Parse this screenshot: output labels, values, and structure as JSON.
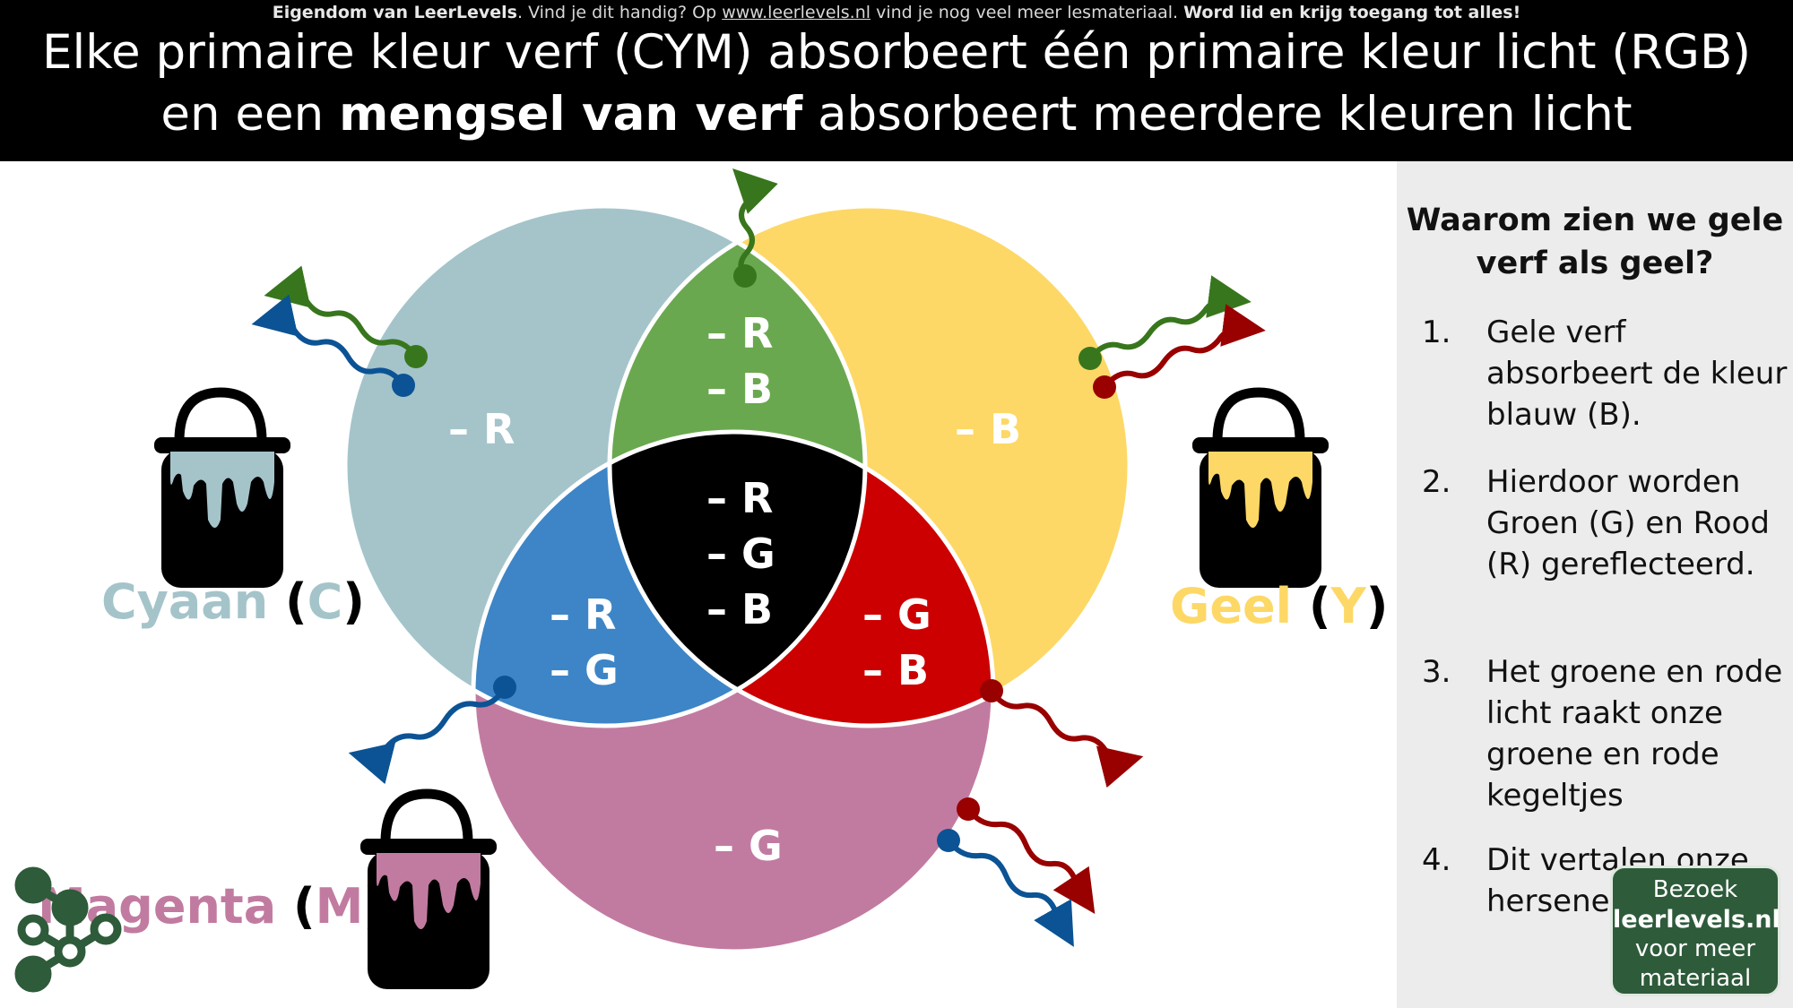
{
  "header": {
    "ownership_brand": "Eigendom van LeerLevels",
    "ownership_mid": ". Vind je dit handig? Op ",
    "ownership_url": "www.leerlevels.nl",
    "ownership_tail": " vind je nog veel meer lesmateriaal. ",
    "ownership_cta": "Word lid en krijg toegang tot alles!",
    "title_line1": "Elke primaire kleur verf (CYM) absorbeert één primaire kleur licht (RGB)",
    "title_line2_pre": "en een ",
    "title_line2_bold": "mengsel van verf",
    "title_line2_post": " absorbeert meerdere kleuren licht"
  },
  "diagram": {
    "colors": {
      "cyan": "#a4c4ca",
      "yellow": "#fdd866",
      "magenta": "#c27ba0",
      "green": "#6aa84f",
      "blue": "#3d85c6",
      "red": "#cc0000",
      "black": "#000000",
      "arrow_green": "#38761d",
      "arrow_blue": "#0b5394",
      "arrow_red": "#990000"
    },
    "regions": {
      "cyan_only": [
        "– R"
      ],
      "yellow_only": [
        "– B"
      ],
      "magenta_only": [
        "– G"
      ],
      "cyan_yellow": [
        "– R",
        "– B"
      ],
      "cyan_magenta": [
        "– R",
        "– G"
      ],
      "yellow_magenta": [
        "– G",
        "– B"
      ],
      "center": [
        "– R",
        "– G",
        "– B"
      ]
    },
    "labels": {
      "cyan_name": "Cyaan",
      "cyan_letter": "C",
      "yellow_name": "Geel",
      "yellow_letter": "Y",
      "magenta_name": "Magenta",
      "magenta_letter": "M"
    }
  },
  "panel": {
    "title": "Waarom zien we gele verf als geel?",
    "steps": [
      {
        "num": "1.",
        "text": "Gele verf absorbeert de kleur blauw (B)."
      },
      {
        "num": "2.",
        "text": "Hierdoor worden Groen (G) en Rood (R) gereflecteerd."
      },
      {
        "num": "3.",
        "text": "Het groene en rode licht raakt onze groene en rode kegeltjes"
      },
      {
        "num": "4.",
        "text": "Dit vertalen onze hersenen naar geel"
      }
    ]
  },
  "badge": {
    "line1": "Bezoek",
    "site": "leerlevels.nl",
    "line3": "voor meer",
    "line4": "materiaal"
  }
}
